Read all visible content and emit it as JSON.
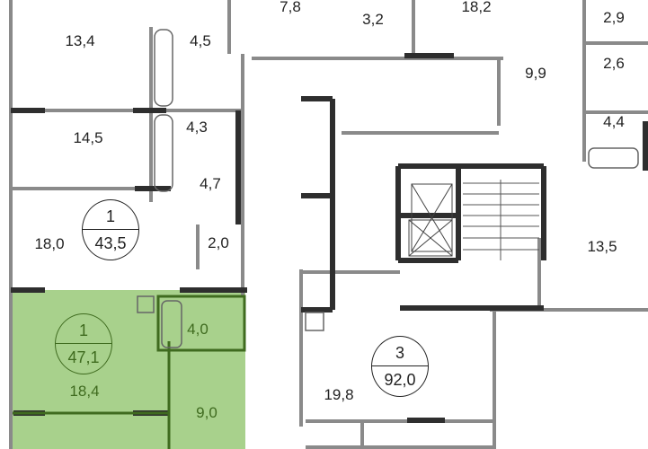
{
  "plan": {
    "highlight_color": "#a8d18c",
    "highlight_text_color": "#3f6b1f",
    "wall_color": "#2e2e2e",
    "partition_color": "#8a8a8a"
  },
  "apartments": [
    {
      "rooms": "1",
      "area": "43,5"
    },
    {
      "rooms": "1",
      "area": "47,1"
    },
    {
      "rooms": "3",
      "area": "92,0"
    }
  ],
  "room_areas": {
    "r1": "7,8",
    "r2": "3,2",
    "r3": "18,2",
    "r4": "2,9",
    "r5": "13,4",
    "r6": "4,5",
    "r7": "2,6",
    "r8": "9,9",
    "r9": "14,5",
    "r10": "4,3",
    "r11": "4,4",
    "r12": "4,7",
    "r13": "18,0",
    "r14": "2,0",
    "r15": "13,5",
    "r16": "4,0",
    "r17": "18,4",
    "r18": "9,0",
    "r19": "19,8"
  }
}
